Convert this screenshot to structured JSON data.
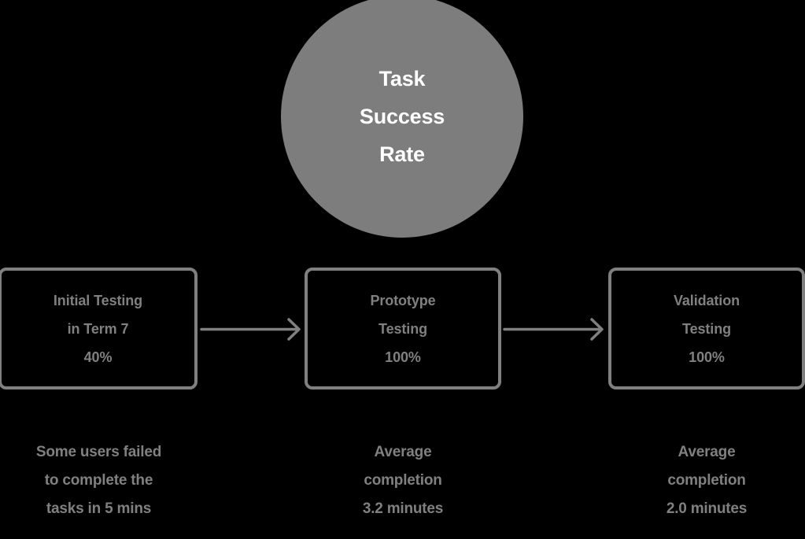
{
  "diagram": {
    "metric": {
      "name": "task-success-rate",
      "lines": [
        "Task",
        "Success",
        "Rate"
      ],
      "fill_color": "#7d7d7d",
      "text_color": "#ffffff"
    },
    "accent_color": "#808080",
    "background_color": "#000000",
    "stages": [
      {
        "id": "initial-testing",
        "lines": [
          "Initial Testing",
          "in Term 7",
          "40%"
        ],
        "value": "40%",
        "caption": [
          "Some users failed",
          "to complete the",
          "tasks in 5 mins"
        ]
      },
      {
        "id": "prototype-testing",
        "lines": [
          "Prototype",
          "Testing",
          "100%"
        ],
        "value": "100%",
        "caption": [
          "Average",
          "completion",
          "3.2 minutes"
        ]
      },
      {
        "id": "validation-testing",
        "lines": [
          "Validation",
          "Testing",
          "100%"
        ],
        "value": "100%",
        "caption": [
          "Average",
          "completion",
          "2.0 minutes"
        ]
      }
    ],
    "connectors": [
      {
        "id": "arrow-initial-to-prototype",
        "icon": "arrow-right-icon"
      },
      {
        "id": "arrow-prototype-to-validation",
        "icon": "arrow-right-icon"
      }
    ]
  }
}
